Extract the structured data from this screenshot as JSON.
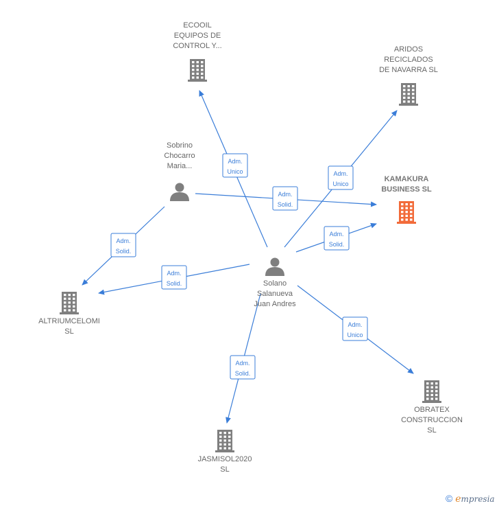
{
  "colors": {
    "edge": "#3a7dd8",
    "company": "#7f7f7f",
    "company_highlight": "#f26b3a",
    "person": "#7f7f7f"
  },
  "nodes": [
    {
      "id": "ecooil",
      "kind": "company",
      "lines": [
        "ECOOIL",
        "EQUIPOS DE",
        "CONTROL Y..."
      ]
    },
    {
      "id": "aridos",
      "kind": "company",
      "lines": [
        "ARIDOS",
        "RECICLADOS",
        "DE NAVARRA SL"
      ]
    },
    {
      "id": "kamakura",
      "kind": "company-main",
      "lines": [
        "KAMAKURA",
        "BUSINESS  SL"
      ]
    },
    {
      "id": "sobrino",
      "kind": "person",
      "lines": [
        "Sobrino",
        "Chocarro",
        "Maria..."
      ]
    },
    {
      "id": "solano",
      "kind": "person",
      "lines": [
        "Solano",
        "Salanueva",
        "Juan Andres"
      ]
    },
    {
      "id": "altrium",
      "kind": "company",
      "lines": [
        "ALTRIUMCELOMI",
        "SL"
      ]
    },
    {
      "id": "obratex",
      "kind": "company",
      "lines": [
        "OBRATEX",
        "CONSTRUCCION",
        "SL"
      ]
    },
    {
      "id": "jasmisol",
      "kind": "company",
      "lines": [
        "JASMISOL2020",
        "SL"
      ]
    }
  ],
  "edges": [
    {
      "from": "solano",
      "to": "ecooil",
      "label": [
        "Adm.",
        "Unico"
      ]
    },
    {
      "from": "sobrino",
      "to": "kamakura",
      "label": [
        "Adm.",
        "Solid."
      ]
    },
    {
      "from": "solano",
      "to": "aridos",
      "label": [
        "Adm.",
        "Unico"
      ]
    },
    {
      "from": "solano",
      "to": "kamakura",
      "label": [
        "Adm.",
        "Solid."
      ]
    },
    {
      "from": "sobrino",
      "to": "altrium",
      "label": [
        "Adm.",
        "Solid."
      ]
    },
    {
      "from": "solano",
      "to": "altrium",
      "label": [
        "Adm.",
        "Solid."
      ]
    },
    {
      "from": "solano",
      "to": "obratex",
      "label": [
        "Adm.",
        "Unico"
      ]
    },
    {
      "from": "solano",
      "to": "jasmisol",
      "label": [
        "Adm.",
        "Solid."
      ]
    }
  ],
  "footer": {
    "copyright": "©",
    "brand_e": "e",
    "brand_rest": "mpresia"
  }
}
